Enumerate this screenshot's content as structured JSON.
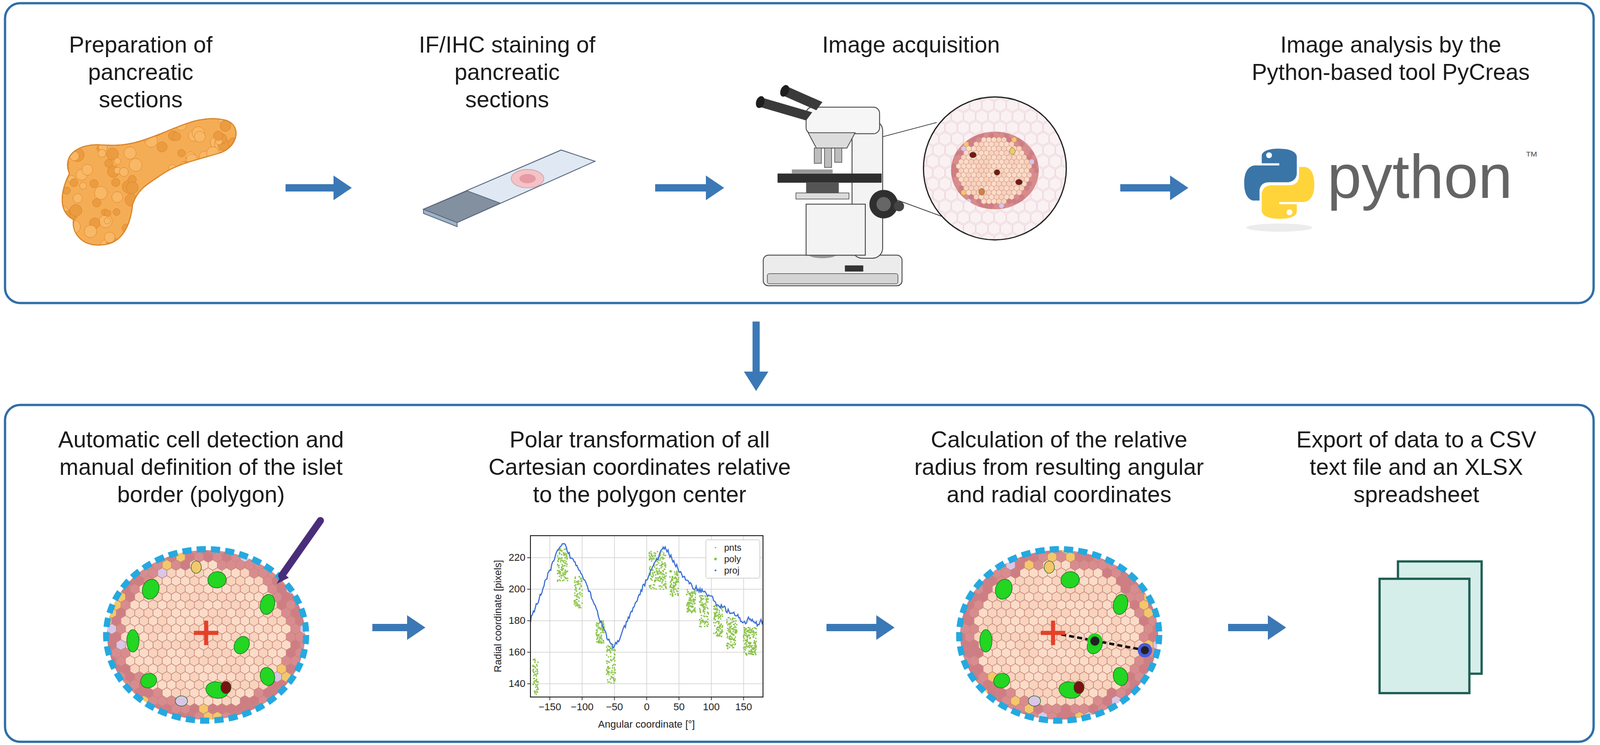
{
  "diagram": {
    "nodes": [
      {
        "text": [
          "Preparation of pancreatic sections"
        ]
      },
      {
        "text": [
          "IF/IHC staining of pancreatic sections"
        ]
      },
      {
        "text": [
          "Image acquisition"
        ]
      },
      {
        "text": [
          "Image analysis by the Python-based tool PyCreas"
        ]
      },
      {
        "text": [
          "Automatic cell detection and manual definition of the islet border (polygon)"
        ]
      },
      {
        "text": [
          "Polar transformation of all Cartesian coordinates relative to the polygon center"
        ]
      },
      {
        "text": [
          "Calculation of the relative radius from resulting angular and radial coordinates"
        ]
      },
      {
        "text": [
          "Export of data to a CSV text file and an XLSX spreadsheet"
        ]
      }
    ],
    "edges": [
      {
        "from": 0,
        "to": 1,
        "arrow": "to"
      },
      {
        "from": 1,
        "to": 2,
        "arrow": "to"
      },
      {
        "from": 2,
        "to": 3,
        "arrow": "to"
      },
      {
        "from": 4,
        "to": 5,
        "arrow": "to"
      },
      {
        "from": 5,
        "to": 6,
        "arrow": "to"
      },
      {
        "from": 6,
        "to": 7,
        "arrow": "to"
      }
    ],
    "labels": [
      "python",
      "™",
      "220",
      "200",
      "180",
      "160",
      "140",
      "−150",
      "−100",
      "−50",
      "0",
      "50",
      "100",
      "150",
      "Radial coordinate [pixels]",
      "Angular coordinate [°]"
    ],
    "legend": [
      {
        "text": "pnts"
      },
      {
        "text": "poly"
      },
      {
        "text": "proj"
      }
    ]
  }
}
